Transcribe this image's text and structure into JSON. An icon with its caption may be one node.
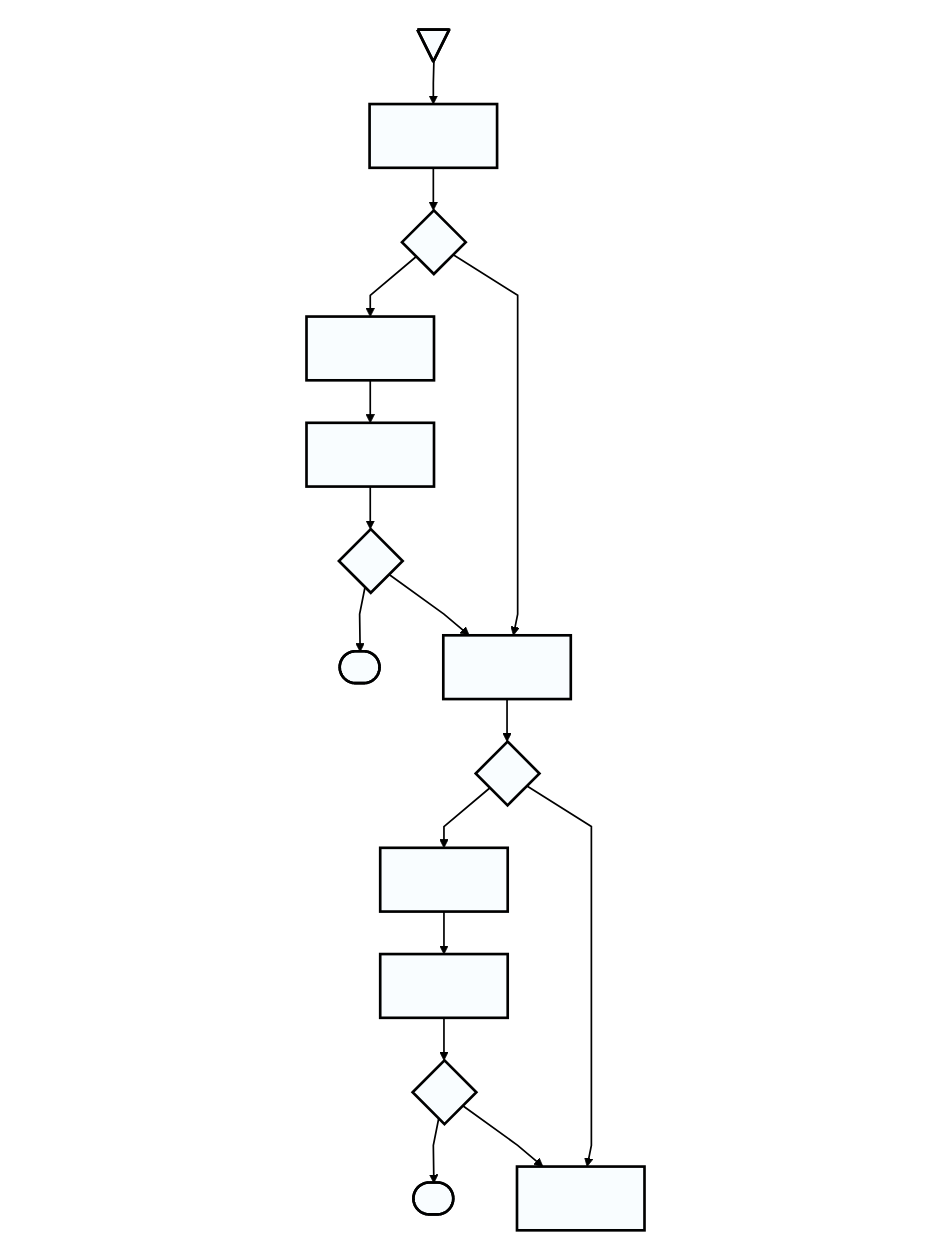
{
  "diagram": {
    "nodes": [
      {
        "text": [],
        "shape": "pentagon"
      },
      {
        "text": [],
        "shape": "box"
      },
      {
        "text": [],
        "shape": "diamond"
      },
      {
        "text": [],
        "shape": "box"
      },
      {
        "text": [],
        "shape": "box"
      },
      {
        "text": [],
        "shape": "diamond"
      },
      {
        "text": [],
        "shape": "stadium"
      },
      {
        "text": [],
        "shape": "box"
      },
      {
        "text": [],
        "shape": "diamond"
      },
      {
        "text": [],
        "shape": "box"
      },
      {
        "text": [],
        "shape": "box"
      },
      {
        "text": [],
        "shape": "diamond"
      },
      {
        "text": [],
        "shape": "stadium"
      },
      {
        "text": [],
        "shape": "box"
      }
    ],
    "edges": [
      {
        "from": 0,
        "to": 1,
        "arrow": "to"
      },
      {
        "from": 1,
        "to": 2,
        "arrow": "to"
      },
      {
        "from": 2,
        "to": 3,
        "arrow": "to"
      },
      {
        "from": 3,
        "to": 4,
        "arrow": "to"
      },
      {
        "from": 4,
        "to": 5,
        "arrow": "to"
      },
      {
        "from": 5,
        "to": 6,
        "arrow": "to"
      },
      {
        "from": 2,
        "to": 7,
        "arrow": "to"
      },
      {
        "from": 5,
        "to": 7,
        "arrow": "to"
      },
      {
        "from": 7,
        "to": 8,
        "arrow": "to"
      },
      {
        "from": 8,
        "to": 9,
        "arrow": "to"
      },
      {
        "from": 9,
        "to": 10,
        "arrow": "to"
      },
      {
        "from": 10,
        "to": 11,
        "arrow": "to"
      },
      {
        "from": 11,
        "to": 12,
        "arrow": "to"
      },
      {
        "from": 8,
        "to": 13,
        "arrow": "to"
      },
      {
        "from": 11,
        "to": 13,
        "arrow": "to"
      }
    ]
  }
}
